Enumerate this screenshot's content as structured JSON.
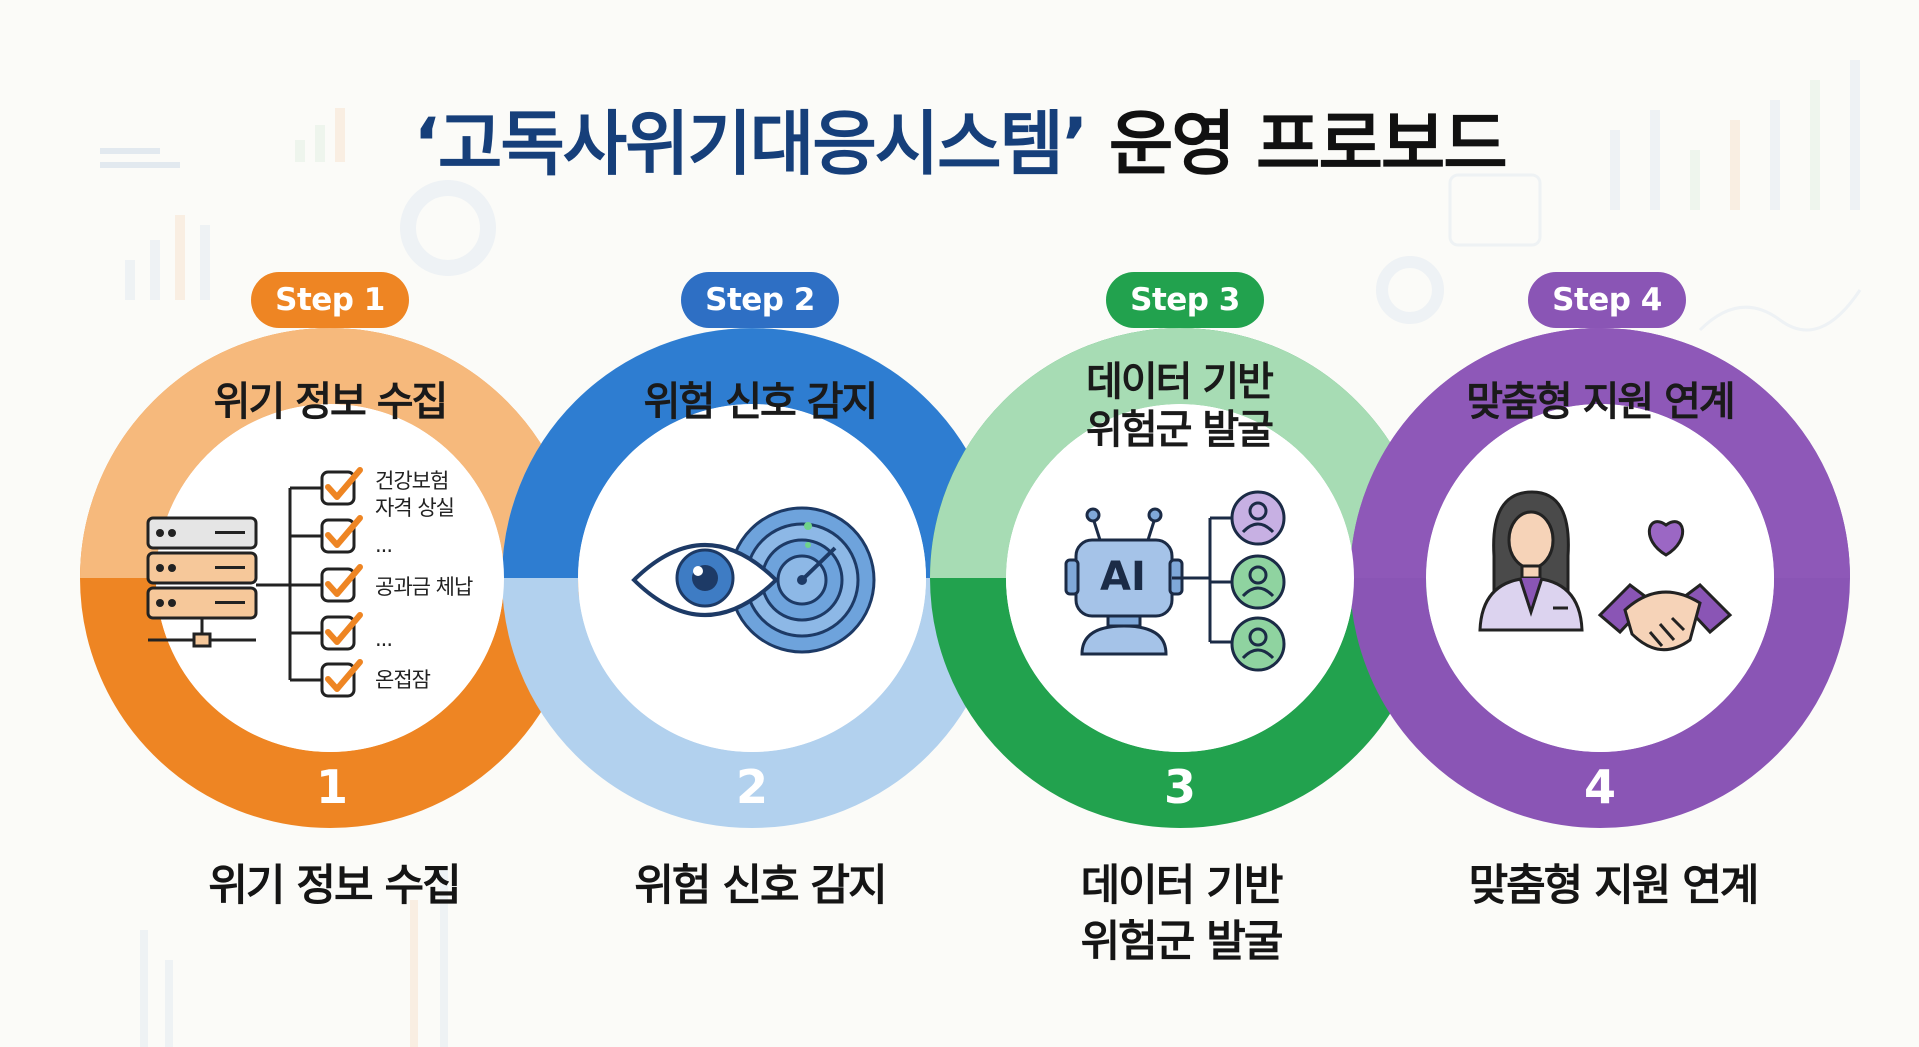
{
  "title": {
    "main": "‘고독사위기대응시스템’",
    "suffix": "운영 프로보드"
  },
  "steps": [
    {
      "pill": "Step 1",
      "ring_title": "위기 정보 수집",
      "number": "1",
      "label_line1": "위기 정보 수집",
      "label_line2": "",
      "color": "#ee8523",
      "light_color": "#f6b97c",
      "icon": "server-checklist-icon",
      "checklist": [
        "건강보험",
        "자격 상실",
        "...",
        "공과금 체납",
        "...",
        "온접잠"
      ]
    },
    {
      "pill": "Step 2",
      "ring_title": "위험 신호 감지",
      "number": "2",
      "label_line1": "위험 신호 감지",
      "label_line2": "",
      "color": "#2e7dd1",
      "light_color": "#b2d1ee",
      "icon": "eye-radar-icon"
    },
    {
      "pill": "Step 3",
      "ring_title_line1": "데이터 기반",
      "ring_title_line2": "위험군 발굴",
      "number": "3",
      "label_line1": "데이터 기반",
      "label_line2": "위험군 발굴",
      "color": "#22a24e",
      "light_color": "#a7dcb4",
      "icon": "ai-robot-people-icon",
      "ai_text": "AI"
    },
    {
      "pill": "Step 4",
      "ring_title": "맞춤형 지원 연계",
      "number": "4",
      "label_line1": "맞춤형 지원 연계",
      "label_line2": "",
      "color": "#8a55b5",
      "light_color": "#c6a9dc",
      "icon": "caseworker-handshake-icon"
    }
  ]
}
